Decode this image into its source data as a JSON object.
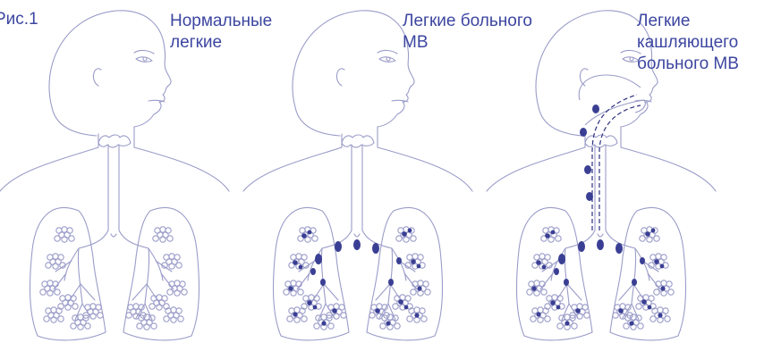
{
  "figure": {
    "label": "Рис.1"
  },
  "panels": [
    {
      "caption": "Нормальные\nлегкие",
      "state": "normal"
    },
    {
      "caption": "Легкие больного\nМВ",
      "state": "mucus"
    },
    {
      "caption": "Легкие\nкашляющего\nбольного МВ",
      "state": "cough"
    }
  ],
  "colors": {
    "outline": "#9a9cc8",
    "mucus": "#3a3f94",
    "text": "#3c46a0"
  }
}
